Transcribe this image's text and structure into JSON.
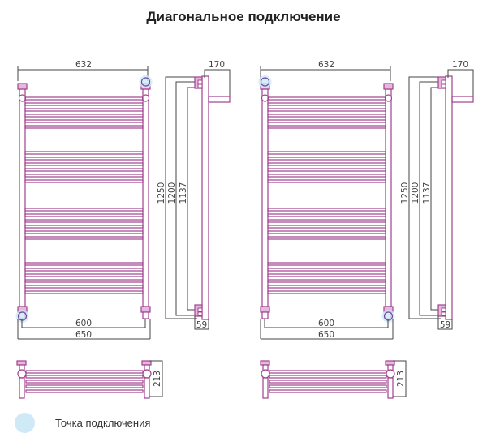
{
  "title": "Диагональное подключение",
  "colors": {
    "pipe": "#a0418f",
    "pipe_light": "#c98ec0",
    "dimension_line": "#444444",
    "connection_point": "#cfe9f7",
    "connection_point_ring": "#b3d9f2",
    "text": "#222222"
  },
  "drawings": [
    {
      "id": "left",
      "connection_points": [
        "top-right",
        "bottom-left"
      ],
      "dimensions": {
        "top_width": "632",
        "inner_width": "600",
        "outer_width": "650",
        "depth": "170",
        "height_total": "1250",
        "height_mid": "1200",
        "height_axis": "1137",
        "wall_offset": "59",
        "top_view_depth": "213"
      }
    },
    {
      "id": "right",
      "connection_points": [
        "top-left",
        "bottom-right"
      ],
      "dimensions": {
        "top_width": "632",
        "inner_width": "600",
        "outer_width": "650",
        "depth": "170",
        "height_total": "1250",
        "height_mid": "1200",
        "height_axis": "1137",
        "wall_offset": "59",
        "top_view_depth": "213"
      }
    }
  ],
  "legend": {
    "label": "Точка подключения",
    "icon": "connection-point-circle"
  }
}
